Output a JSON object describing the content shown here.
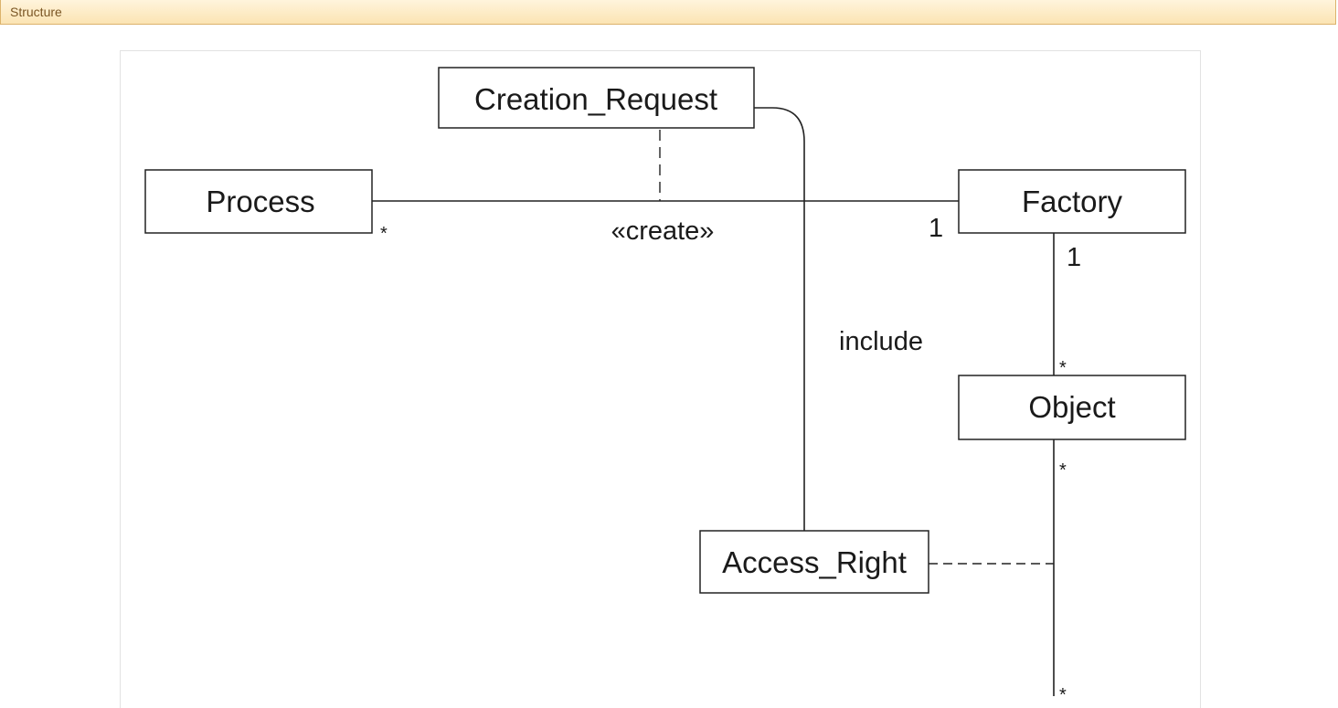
{
  "header": {
    "title": "Structure"
  },
  "diagram": {
    "classes": {
      "creation_request": "Creation_Request",
      "process": "Process",
      "factory": "Factory",
      "object": "Object",
      "access_right": "Access_Right"
    },
    "labels": {
      "create": "«create»",
      "include": "include"
    },
    "multiplicities": {
      "process_end": "*",
      "factory_end_process": "1",
      "factory_end_object": "1",
      "object_top": "*",
      "object_bottom": "*",
      "bottom_end": "*"
    }
  }
}
